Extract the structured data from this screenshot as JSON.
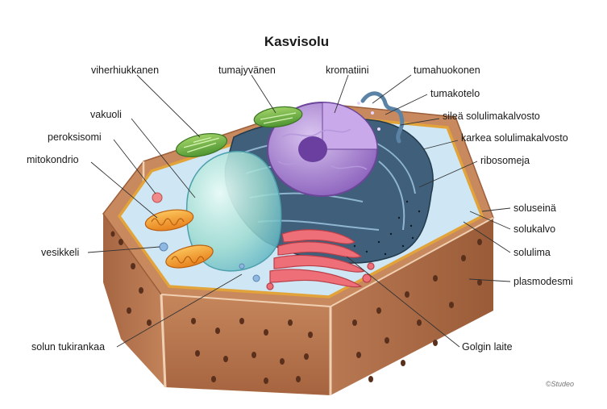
{
  "title": "Kasvisolu",
  "copyright": "©Studeo",
  "labels": {
    "viherhiukkanen": "viherhiukkanen",
    "tumajyvanen": "tumajyvänen",
    "kromatiini": "kromatiini",
    "tumahuokonen": "tumahuokonen",
    "tumakotelo": "tumakotelo",
    "vakuoli": "vakuoli",
    "silea": "sileä solulimakalvosto",
    "peroksisomi": "peroksisomi",
    "karkea": "karkea solulimakalvosto",
    "mitokondrio": "mitokondrio",
    "ribosomeja": "ribosomeja",
    "soluseina": "soluseinä",
    "solukalvo": "solukalvo",
    "solulima": "solulima",
    "vesikkeli": "vesikkeli",
    "plasmodesmi": "plasmodesmi",
    "tukirankaa": "solun tukirankaa",
    "golgi": "Golgin laite"
  },
  "colors": {
    "wall_top": "#c9895e",
    "wall_face": "#b57651",
    "wall_dark": "#8d5638",
    "cytoplasm": "#cfe6f4",
    "membrane": "#e2a33a",
    "er": "#3f5f7a",
    "nucleus": "#9a72c6",
    "golgi": "#ef6f78",
    "mitochondria": "#f29a2b",
    "chloroplast": "#72b243",
    "vacuole": "#8fd2c9"
  }
}
